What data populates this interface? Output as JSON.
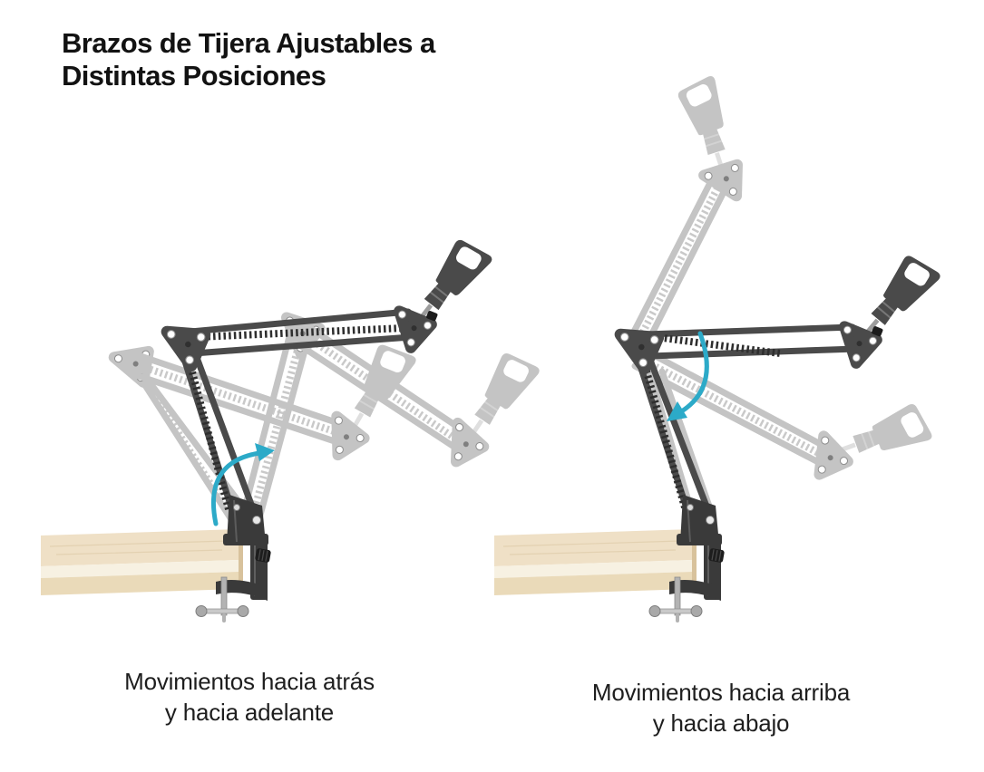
{
  "page": {
    "title_line1": "Brazos de Tijera Ajustables a",
    "title_line2": "Distintas Posiciones"
  },
  "figures": {
    "left": {
      "caption_line1": "Movimientos hacia atrás",
      "caption_line2": "y hacia adelante"
    },
    "right": {
      "caption_line1": "Movimientos hacia arriba",
      "caption_line2": "y hacia abajo"
    }
  },
  "icons": {
    "left_arrow": "rotation-arrow-back-forward",
    "right_arrow": "rotation-arrow-up-down",
    "mic_clip": "microphone-clip",
    "clamp": "desk-c-clamp"
  },
  "colors": {
    "background": "#ffffff",
    "title_text": "#121212",
    "caption_text": "#1e1e1e",
    "arm_solid": "#4a4a4a",
    "arm_ghost": "#c4c4c4",
    "clamp": "#3a3a3a",
    "desk_top": "#efe0c6",
    "desk_mid": "#f7f1e2",
    "desk_front": "#eadab9",
    "desk_edge": "#d8c29c",
    "arrow_accent": "#2caac8"
  }
}
